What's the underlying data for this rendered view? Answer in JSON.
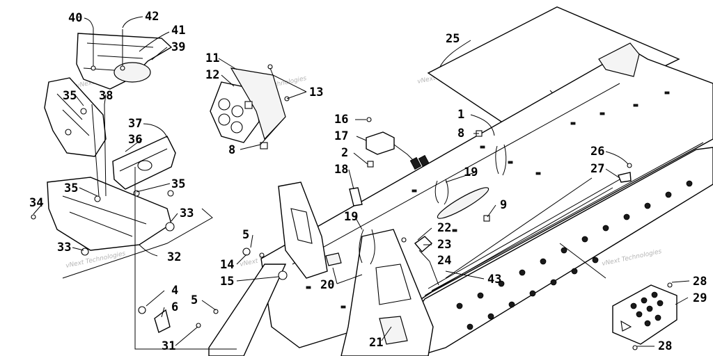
{
  "watermark": "vNext Technologies",
  "callouts": [
    {
      "id": "c40",
      "label": "40"
    },
    {
      "id": "c42",
      "label": "42"
    },
    {
      "id": "c41",
      "label": "41"
    },
    {
      "id": "c39",
      "label": "39"
    },
    {
      "id": "c35a",
      "label": "35"
    },
    {
      "id": "c38",
      "label": "38"
    },
    {
      "id": "c37",
      "label": "37"
    },
    {
      "id": "c36",
      "label": "36"
    },
    {
      "id": "c35b",
      "label": "35"
    },
    {
      "id": "c35c",
      "label": "35"
    },
    {
      "id": "c34",
      "label": "34"
    },
    {
      "id": "c33a",
      "label": "33"
    },
    {
      "id": "c33b",
      "label": "33"
    },
    {
      "id": "c32",
      "label": "32"
    },
    {
      "id": "c4",
      "label": "4"
    },
    {
      "id": "c6",
      "label": "6"
    },
    {
      "id": "c5a",
      "label": "5"
    },
    {
      "id": "c31",
      "label": "31"
    },
    {
      "id": "c11",
      "label": "11"
    },
    {
      "id": "c12",
      "label": "12"
    },
    {
      "id": "c13",
      "label": "13"
    },
    {
      "id": "c8a",
      "label": "8"
    },
    {
      "id": "c16",
      "label": "16"
    },
    {
      "id": "c17",
      "label": "17"
    },
    {
      "id": "c2",
      "label": "2"
    },
    {
      "id": "c18",
      "label": "18"
    },
    {
      "id": "c19a",
      "label": "19"
    },
    {
      "id": "c5b",
      "label": "5"
    },
    {
      "id": "c14",
      "label": "14"
    },
    {
      "id": "c15",
      "label": "15"
    },
    {
      "id": "c20",
      "label": "20"
    },
    {
      "id": "c21",
      "label": "21"
    },
    {
      "id": "c22",
      "label": "22"
    },
    {
      "id": "c23",
      "label": "23"
    },
    {
      "id": "c24",
      "label": "24"
    },
    {
      "id": "c25",
      "label": "25"
    },
    {
      "id": "c1",
      "label": "1"
    },
    {
      "id": "c8b",
      "label": "8"
    },
    {
      "id": "c19b",
      "label": "19"
    },
    {
      "id": "c9",
      "label": "9"
    },
    {
      "id": "c26",
      "label": "26"
    },
    {
      "id": "c27",
      "label": "27"
    },
    {
      "id": "c43",
      "label": "43"
    },
    {
      "id": "c28a",
      "label": "28"
    },
    {
      "id": "c29",
      "label": "29"
    },
    {
      "id": "c28b",
      "label": "28"
    }
  ]
}
